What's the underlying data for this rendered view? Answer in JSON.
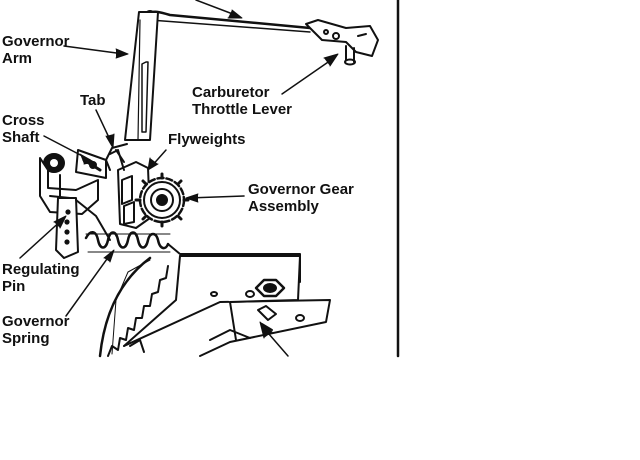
{
  "labels": {
    "governor_arm": [
      "Governor",
      "Arm"
    ],
    "tab": "Tab",
    "cross_shaft": [
      "Cross",
      "Shaft"
    ],
    "flyweights": "Flyweights",
    "carburetor_throttle_lever": [
      "Carburetor",
      "Throttle Lever"
    ],
    "governor_gear_assembly": [
      "Governor Gear",
      "Assembly"
    ],
    "regulating_pin": [
      "Regulating",
      "Pin"
    ],
    "governor_spring": [
      "Governor",
      "Spring"
    ]
  },
  "colors": {
    "ink": "#111111",
    "paper": "#ffffff"
  }
}
